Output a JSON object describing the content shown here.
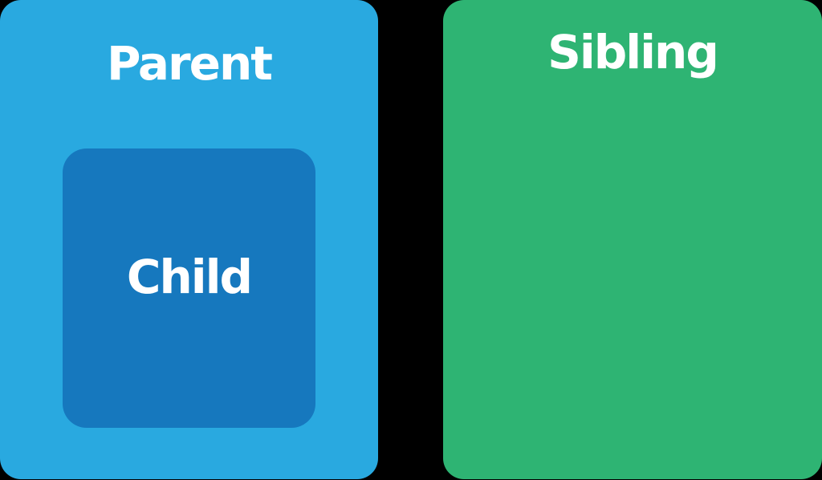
{
  "canvas": {
    "background": "#000000"
  },
  "diagram": {
    "label_color": "#FFFFFF",
    "parent": {
      "label": "Parent",
      "fill": "#29A9E0"
    },
    "child": {
      "label": "Child",
      "fill": "#1678BE"
    },
    "sibling": {
      "label": "Sibling",
      "fill": "#2EB473"
    }
  }
}
